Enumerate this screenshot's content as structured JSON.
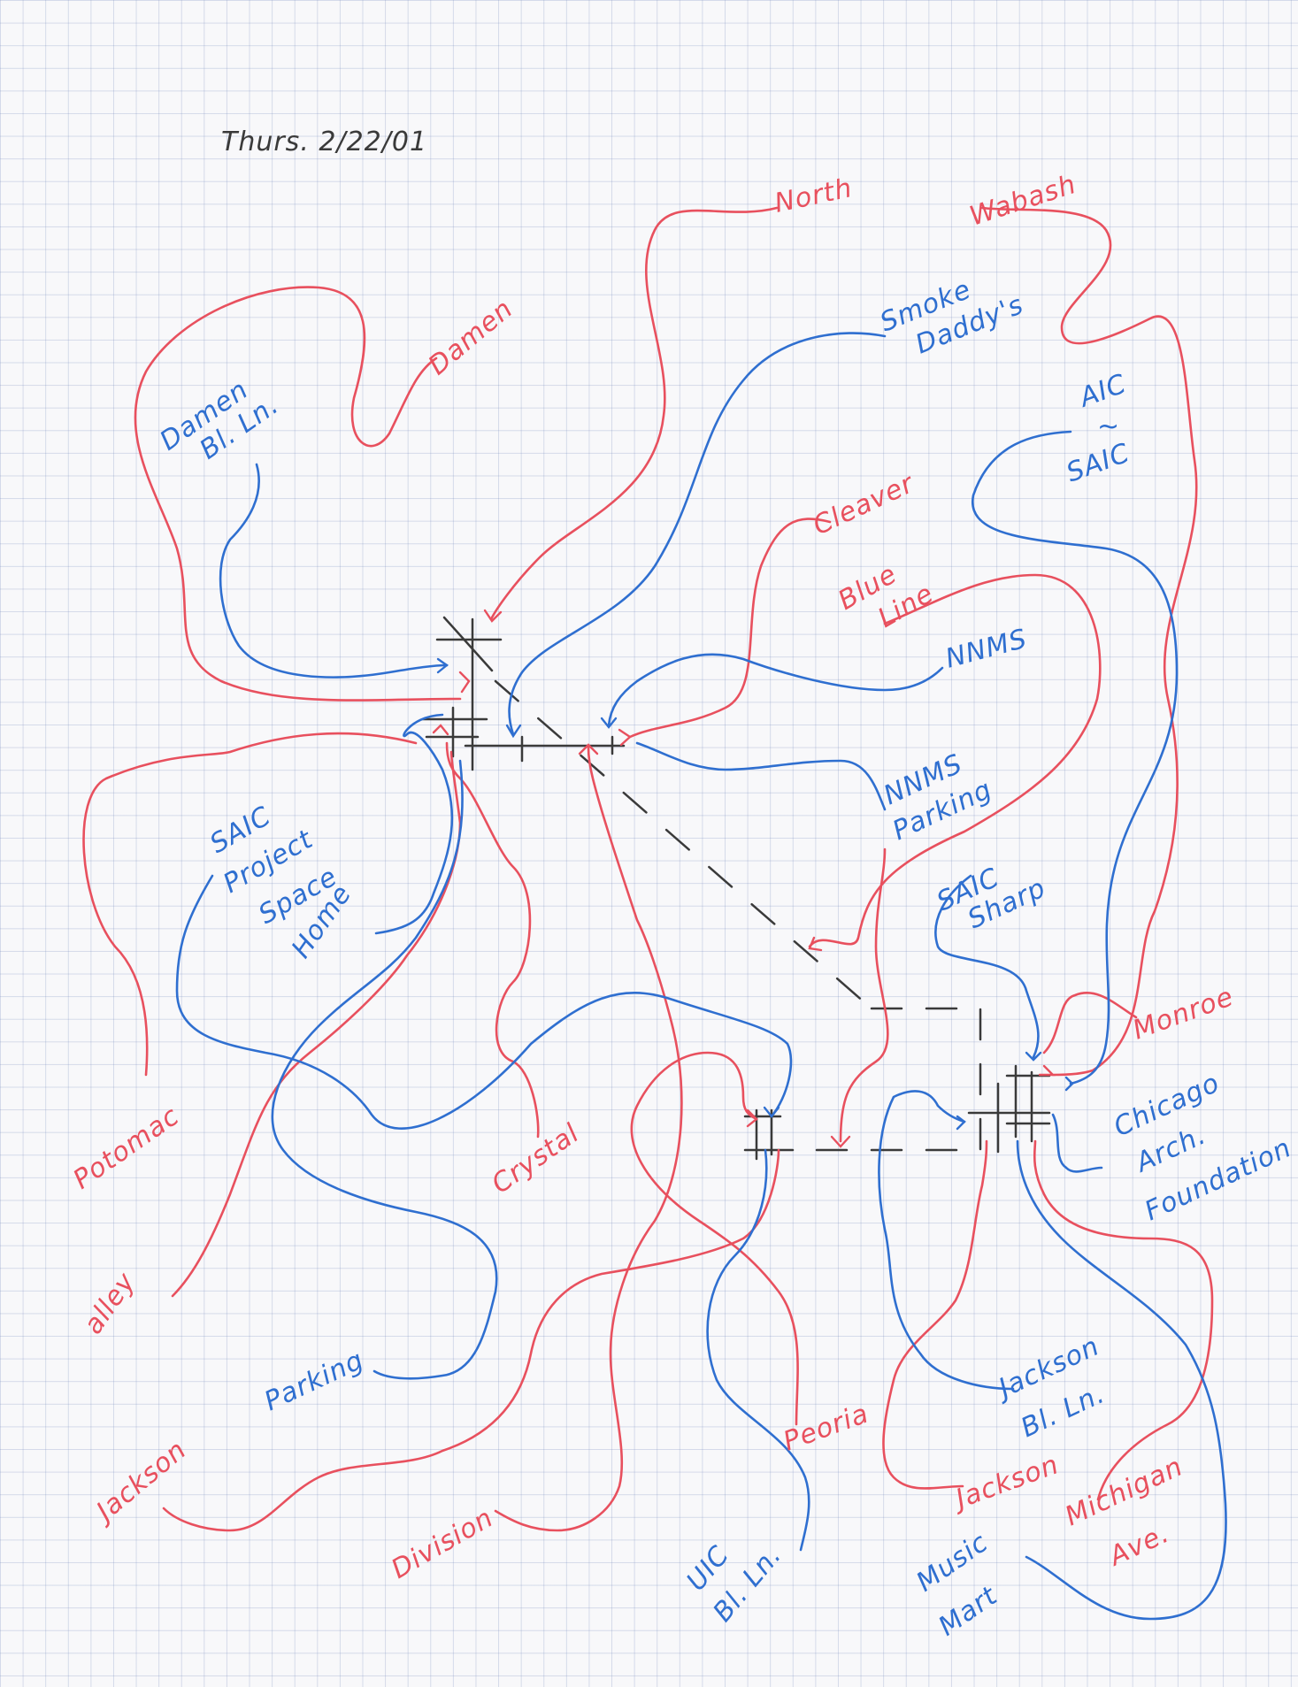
{
  "date_note": "Thurs.  2/22/01",
  "colors": {
    "red_ink": "#e8505e",
    "blue_ink": "#2f6fd0",
    "pencil": "#3a3a3a",
    "paper": "#f8f8fa",
    "grid": "#8ca0c8"
  },
  "labels": {
    "north": "North",
    "wabash": "Wabash",
    "damen": "Damen",
    "damen_bl_ln": [
      "Damen",
      "Bl. Ln."
    ],
    "smoke_daddys": [
      "Smoke",
      "Daddy's"
    ],
    "aic_saic": [
      "AIC",
      "~",
      "SAIC"
    ],
    "cleaver": "Cleaver",
    "blue_line": [
      "Blue",
      "Line"
    ],
    "nnms": "NNMS",
    "nnms_parking": [
      "NNMS",
      "Parking"
    ],
    "saic_project_space": [
      "SAIC",
      "Project",
      "Space"
    ],
    "home": "Home",
    "saic_sharp": [
      "SAIC",
      "Sharp"
    ],
    "monroe": "Monroe",
    "chicago_arch_foundation": [
      "Chicago",
      "Arch.",
      "Foundation"
    ],
    "potomac": "Potomac",
    "crystal": "Crystal",
    "alley": "alley",
    "parking": "Parking",
    "peoria": "Peoria",
    "jackson_bl_ln": [
      "Jackson",
      "Bl. Ln."
    ],
    "jackson_left": "Jackson",
    "division": "Division",
    "uic_bl_ln": [
      "UIC",
      "Bl. Ln."
    ],
    "jackson_right": "Jackson",
    "music_mart": [
      "Music",
      "Mart"
    ],
    "michigan_ave": [
      "Michigan",
      "Ave."
    ]
  }
}
